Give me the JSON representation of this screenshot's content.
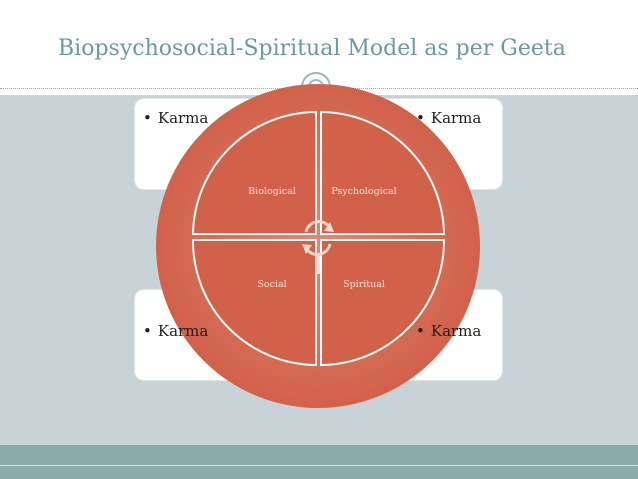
{
  "slide": {
    "title": "Biopsychosocial-Spiritual Model as per Geeta"
  },
  "corners": [
    {
      "label": "Karma"
    },
    {
      "label": "Karma"
    },
    {
      "label": "Karma"
    },
    {
      "label": "Karma"
    }
  ],
  "quadrants": [
    {
      "label": "Biological"
    },
    {
      "label": "Psychological"
    },
    {
      "label": "Social"
    },
    {
      "label": "Spiritual"
    }
  ],
  "bullet_symbol": "•",
  "colors": {
    "title": "#6e97a6",
    "body_background": "#c8d3d8",
    "footer": "#8caaaa",
    "circle_fill": "#d2614a",
    "divider": "#ffffff",
    "corner_box": "#ffffff"
  }
}
